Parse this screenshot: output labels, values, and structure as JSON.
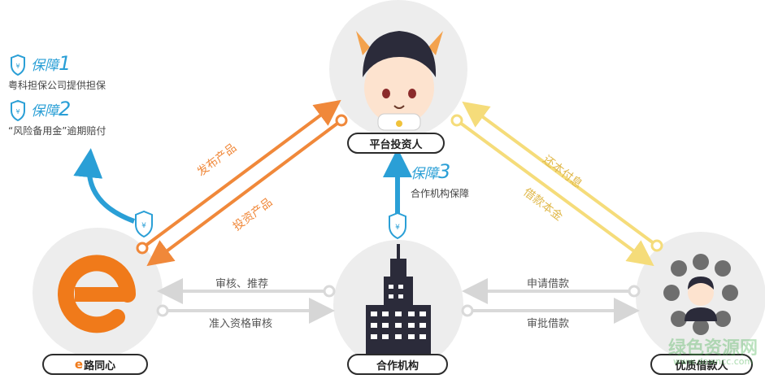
{
  "nodes": {
    "investor": {
      "label": "平台投资人"
    },
    "platform": {
      "label_suffix": "路同心",
      "logo_letter": "e"
    },
    "partner": {
      "label": "合作机构"
    },
    "borrowers": {
      "label": "优质借款人"
    }
  },
  "guarantees": [
    {
      "title": "保障",
      "num": "1",
      "desc": "粤科担保公司提供担保"
    },
    {
      "title": "保障",
      "num": "2",
      "desc": "“风险备用金”逾期赔付"
    },
    {
      "title": "保障",
      "num": "3",
      "desc": "合作机构保障"
    }
  ],
  "flows": {
    "publish": "发布产品",
    "invest": "投资产品",
    "repay": "还本付息",
    "loan": "借款本金",
    "review_recommend": "审核、推荐",
    "access_review": "准入资格审核",
    "apply_loan": "申请借款",
    "approve_loan": "审批借款"
  },
  "watermark": {
    "text": "绿色资源网",
    "sub": "www.downcc.com"
  },
  "colors": {
    "orange": "#f0883a",
    "yellow": "#f5dc7a",
    "blue": "#2a9fd6",
    "gray": "#d9d9d9",
    "circle": "#ededed"
  }
}
